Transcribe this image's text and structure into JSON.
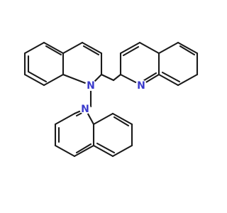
{
  "molecule": {
    "atom_labels": {
      "n1": "N",
      "n2": "N",
      "n3": "N"
    },
    "colors": {
      "bond": "#1a1a1a",
      "nitrogen": "#3a3acc",
      "background": "#ffffff"
    }
  }
}
